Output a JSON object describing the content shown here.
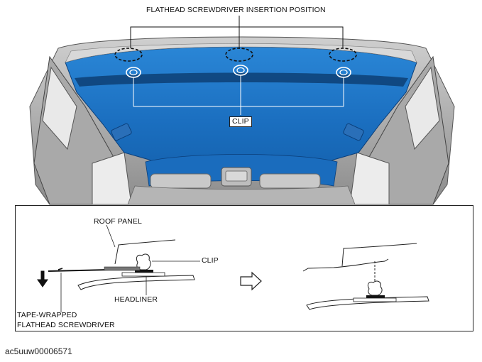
{
  "diagram": {
    "title_label": "FLATHEAD SCREWDRIVER INSERTION POSITION",
    "clip_label": "CLIP",
    "detail": {
      "roof_panel_label": "ROOF PANEL",
      "clip_label": "CLIP",
      "headliner_label": "HEADLINER",
      "tool_label_line1": "TAPE-WRAPPED",
      "tool_label_line2": "FLATHEAD SCREWDRIVER"
    },
    "figure_id": "ac5uuw00006571",
    "colors": {
      "headliner": "#1b73c4",
      "headliner_dark": "#0d4f96",
      "car_frame": "#8a8a8a"
    }
  }
}
